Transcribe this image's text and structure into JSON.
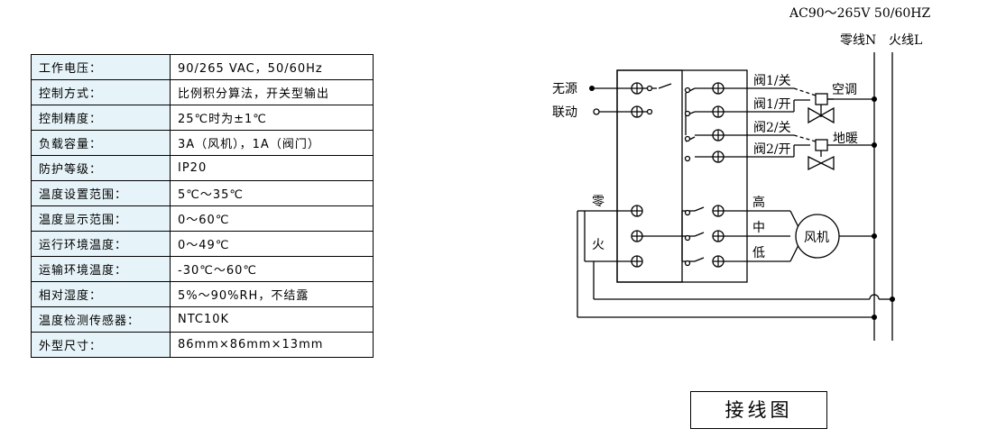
{
  "specs": [
    {
      "label": "工作电压：",
      "value": "90/265 VAC，50/60Hz"
    },
    {
      "label": "控制方式：",
      "value": "比例积分算法，开关型输出"
    },
    {
      "label": "控制精度：",
      "value": "25℃时为±1℃"
    },
    {
      "label": "负载容量：",
      "value": "3A（风机），1A（阀门）"
    },
    {
      "label": "防护等级：",
      "value": "IP20"
    },
    {
      "label": "温度设置范围：",
      "value": "5℃～35℃"
    },
    {
      "label": "温度显示范围：",
      "value": "0～60℃"
    },
    {
      "label": "运行环境温度：",
      "value": "0～49℃"
    },
    {
      "label": "运输环境温度：",
      "value": "-30℃～60℃"
    },
    {
      "label": "相对湿度：",
      "value": "5%～90%RH，不结露"
    },
    {
      "label": "温度检测传感器：",
      "value": "NTC10K"
    },
    {
      "label": "外型尺寸：",
      "value": "86mm×86mm×13mm"
    }
  ],
  "wiring": {
    "supply": "AC90～265V 50/60HZ",
    "neutral": "零线N",
    "live": "火线L",
    "passive_link_1": "无源",
    "passive_link_2": "联动",
    "valve1_close": "阀1/关",
    "valve1_open": "阀1/开",
    "valve2_close": "阀2/关",
    "valve2_open": "阀2/开",
    "aircon": "空调",
    "floor_heating": "地暖",
    "zero": "零",
    "fire": "火",
    "high": "高",
    "mid": "中",
    "low": "低",
    "fan": "风机",
    "caption": "接线图"
  }
}
